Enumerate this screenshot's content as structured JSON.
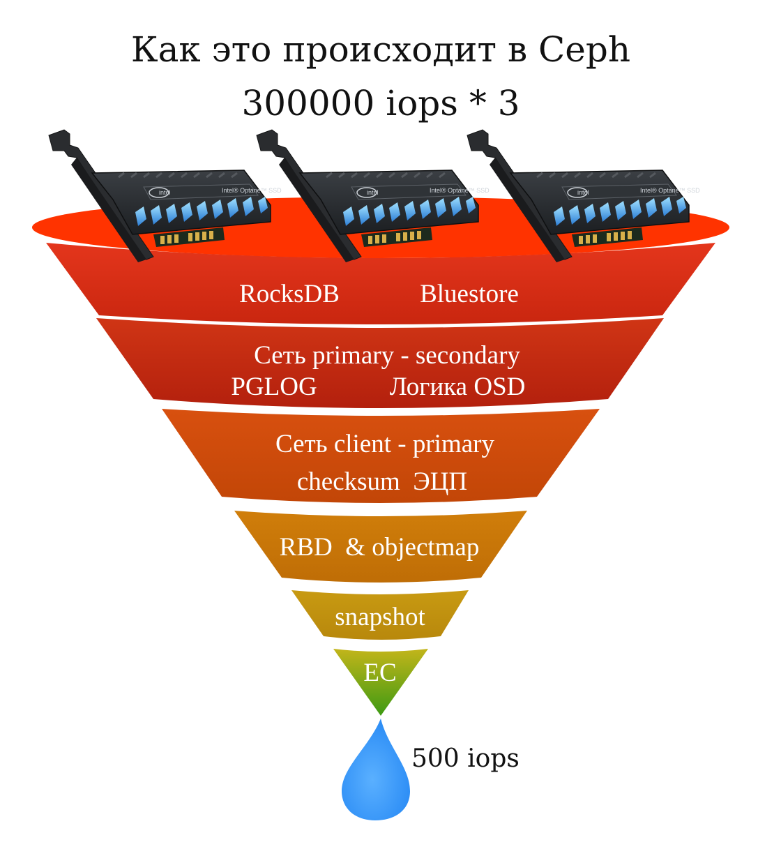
{
  "title": {
    "line1": "Как это происходит в Ceph",
    "line2": "300000 iops * 3"
  },
  "cards": {
    "count": 3,
    "brand": "intel",
    "model": "Intel® Optane™ SSD"
  },
  "funnel": {
    "rim_color": "#ff3300",
    "layers": [
      {
        "id": "storage",
        "color_top": "#e4361c",
        "color_bottom": "#c9260f",
        "labels": [
          "RocksDB",
          "Bluestore"
        ]
      },
      {
        "id": "osd",
        "color_top": "#d03515",
        "color_bottom": "#b3200d",
        "labels": [
          "Сеть primary - secondary",
          "PGLOG",
          "Логика OSD"
        ]
      },
      {
        "id": "client",
        "color_top": "#d8500f",
        "color_bottom": "#c24607",
        "labels": [
          "Сеть client - primary",
          "checksum  ЭЦП"
        ]
      },
      {
        "id": "rbd",
        "color_top": "#d07e0a",
        "color_bottom": "#bf6d06",
        "labels": [
          "RBD  & objectmap"
        ]
      },
      {
        "id": "snapshot",
        "color_top": "#c89a12",
        "color_bottom": "#b8880c",
        "labels": [
          "snapshot"
        ]
      },
      {
        "id": "ec",
        "color_top": "#c3b51a",
        "color_bottom": "#3d9a13",
        "labels": [
          "EC"
        ]
      }
    ]
  },
  "output": {
    "drop_color": "#3399ff",
    "label": "500 iops"
  }
}
